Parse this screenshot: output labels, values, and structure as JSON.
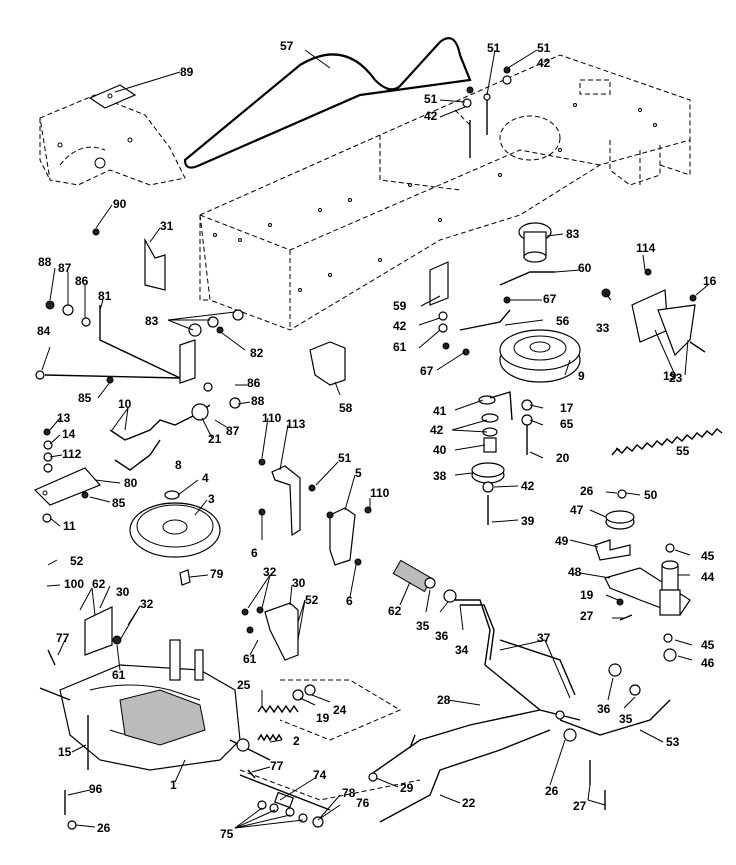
{
  "diagram": {
    "callouts": [
      {
        "id": "c57",
        "text": "57"
      },
      {
        "id": "c89",
        "text": "89"
      },
      {
        "id": "c90",
        "text": "90"
      },
      {
        "id": "c51a",
        "text": "51"
      },
      {
        "id": "c51b",
        "text": "51"
      },
      {
        "id": "c51c",
        "text": "51"
      },
      {
        "id": "c42a",
        "text": "42"
      },
      {
        "id": "c42b",
        "text": "42"
      },
      {
        "id": "c31",
        "text": "31"
      },
      {
        "id": "c83a",
        "text": "83"
      },
      {
        "id": "c114",
        "text": "114"
      },
      {
        "id": "c16",
        "text": "16"
      },
      {
        "id": "c88a",
        "text": "88"
      },
      {
        "id": "c87a",
        "text": "87"
      },
      {
        "id": "c86a",
        "text": "86"
      },
      {
        "id": "c81",
        "text": "81"
      },
      {
        "id": "c60",
        "text": "60"
      },
      {
        "id": "c59",
        "text": "59"
      },
      {
        "id": "c67a",
        "text": "67"
      },
      {
        "id": "c33",
        "text": "33"
      },
      {
        "id": "c84",
        "text": "84"
      },
      {
        "id": "c83b",
        "text": "83"
      },
      {
        "id": "c82",
        "text": "82"
      },
      {
        "id": "c42c",
        "text": "42"
      },
      {
        "id": "c56",
        "text": "56"
      },
      {
        "id": "c61a",
        "text": "61"
      },
      {
        "id": "c19a",
        "text": "19"
      },
      {
        "id": "c23",
        "text": "23"
      },
      {
        "id": "c67b",
        "text": "67"
      },
      {
        "id": "c9",
        "text": "9"
      },
      {
        "id": "c85a",
        "text": "85"
      },
      {
        "id": "c86b",
        "text": "86"
      },
      {
        "id": "c88b",
        "text": "88"
      },
      {
        "id": "c58",
        "text": "58"
      },
      {
        "id": "c41",
        "text": "41"
      },
      {
        "id": "c17",
        "text": "17"
      },
      {
        "id": "c10",
        "text": "10"
      },
      {
        "id": "c87b",
        "text": "87"
      },
      {
        "id": "c13",
        "text": "13"
      },
      {
        "id": "c110a",
        "text": "110"
      },
      {
        "id": "c113",
        "text": "113"
      },
      {
        "id": "c42d",
        "text": "42"
      },
      {
        "id": "c65",
        "text": "65"
      },
      {
        "id": "c14",
        "text": "14"
      },
      {
        "id": "c21",
        "text": "21"
      },
      {
        "id": "c40",
        "text": "40"
      },
      {
        "id": "c20",
        "text": "20"
      },
      {
        "id": "c55",
        "text": "55"
      },
      {
        "id": "c112",
        "text": "112"
      },
      {
        "id": "c8",
        "text": "8"
      },
      {
        "id": "c51d",
        "text": "51"
      },
      {
        "id": "c80",
        "text": "80"
      },
      {
        "id": "c4",
        "text": "4"
      },
      {
        "id": "c5",
        "text": "5"
      },
      {
        "id": "c38",
        "text": "38"
      },
      {
        "id": "c42e",
        "text": "42"
      },
      {
        "id": "c26a",
        "text": "26"
      },
      {
        "id": "c50",
        "text": "50"
      },
      {
        "id": "c85b",
        "text": "85"
      },
      {
        "id": "c3",
        "text": "3"
      },
      {
        "id": "c110b",
        "text": "110"
      },
      {
        "id": "c47",
        "text": "47"
      },
      {
        "id": "c11",
        "text": "11"
      },
      {
        "id": "c39",
        "text": "39"
      },
      {
        "id": "c6a",
        "text": "6"
      },
      {
        "id": "c49",
        "text": "49"
      },
      {
        "id": "c45a",
        "text": "45"
      },
      {
        "id": "c52a",
        "text": "52"
      },
      {
        "id": "c44",
        "text": "44"
      },
      {
        "id": "c100",
        "text": "100"
      },
      {
        "id": "c79",
        "text": "79"
      },
      {
        "id": "c32a",
        "text": "32"
      },
      {
        "id": "c30a",
        "text": "30"
      },
      {
        "id": "c62a",
        "text": "62"
      },
      {
        "id": "c30b",
        "text": "30"
      },
      {
        "id": "c48",
        "text": "48"
      },
      {
        "id": "c6b",
        "text": "6"
      },
      {
        "id": "c19b",
        "text": "19"
      },
      {
        "id": "c32b",
        "text": "32"
      },
      {
        "id": "c52b",
        "text": "52"
      },
      {
        "id": "c62b",
        "text": "62"
      },
      {
        "id": "c35a",
        "text": "35"
      },
      {
        "id": "c36a",
        "text": "36"
      },
      {
        "id": "c27a",
        "text": "27"
      },
      {
        "id": "c77a",
        "text": "77"
      },
      {
        "id": "c37",
        "text": "37"
      },
      {
        "id": "c34",
        "text": "34"
      },
      {
        "id": "c61b",
        "text": "61"
      },
      {
        "id": "c61c",
        "text": "61"
      },
      {
        "id": "c45b",
        "text": "45"
      },
      {
        "id": "c46",
        "text": "46"
      },
      {
        "id": "c25",
        "text": "25"
      },
      {
        "id": "c28",
        "text": "28"
      },
      {
        "id": "c36b",
        "text": "36"
      },
      {
        "id": "c35b",
        "text": "35"
      },
      {
        "id": "c19c",
        "text": "19"
      },
      {
        "id": "c24",
        "text": "24"
      },
      {
        "id": "c2",
        "text": "2"
      },
      {
        "id": "c15",
        "text": "15"
      },
      {
        "id": "c53",
        "text": "53"
      },
      {
        "id": "c77b",
        "text": "77"
      },
      {
        "id": "c29",
        "text": "29"
      },
      {
        "id": "c26b",
        "text": "26"
      },
      {
        "id": "c74",
        "text": "74"
      },
      {
        "id": "c96",
        "text": "96"
      },
      {
        "id": "c1",
        "text": "1"
      },
      {
        "id": "c78",
        "text": "78"
      },
      {
        "id": "c22",
        "text": "22"
      },
      {
        "id": "c27b",
        "text": "27"
      },
      {
        "id": "c76",
        "text": "76"
      },
      {
        "id": "c26c",
        "text": "26"
      },
      {
        "id": "c75",
        "text": "75"
      }
    ]
  }
}
